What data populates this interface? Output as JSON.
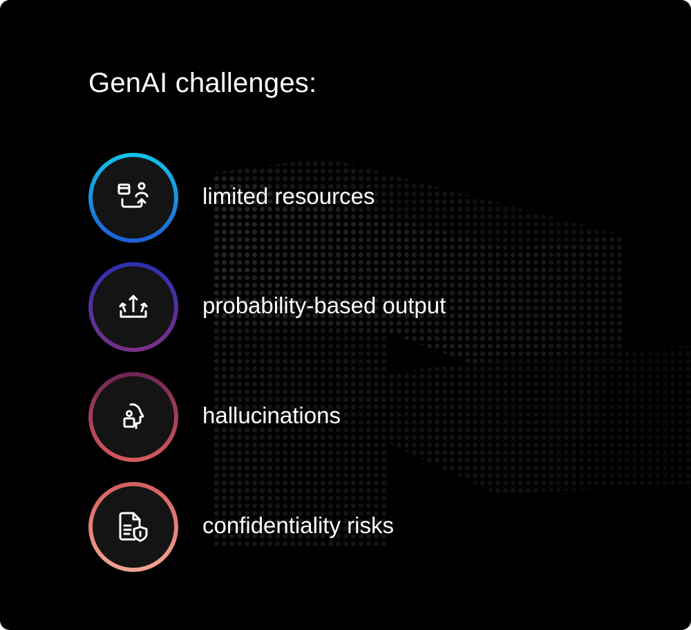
{
  "title": "GenAI challenges:",
  "challenges": [
    {
      "label": "limited resources",
      "icon": "resources-swap-icon",
      "ring_from": "#12c3ea",
      "ring_to": "#1f5fd6"
    },
    {
      "label": "probability-based output",
      "icon": "output-arrows-icon",
      "ring_from": "#2d2fb0",
      "ring_to": "#7a3188"
    },
    {
      "label": "hallucinations",
      "icon": "head-profile-icon",
      "ring_from": "#6c2454",
      "ring_to": "#d85a5e"
    },
    {
      "label": "confidentiality risks",
      "icon": "document-shield-icon",
      "ring_from": "#d25e5e",
      "ring_to": "#f2a495"
    }
  ]
}
